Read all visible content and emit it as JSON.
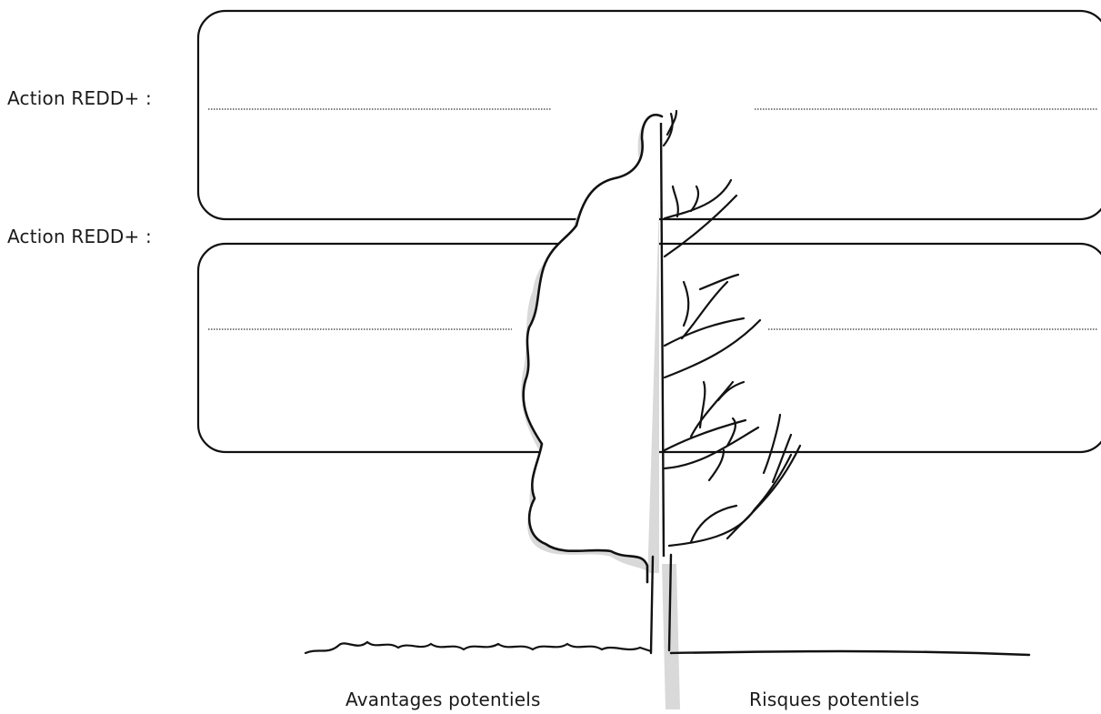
{
  "labels": {
    "action_1": "Action REDD+ :",
    "action_2": "Action REDD+ :",
    "benefits": "Avantages potentiels",
    "risks": "Risques potentiels"
  },
  "colors": {
    "line": "#111111",
    "shadow": "#d9d9d9",
    "dotted_line": "#333333"
  }
}
